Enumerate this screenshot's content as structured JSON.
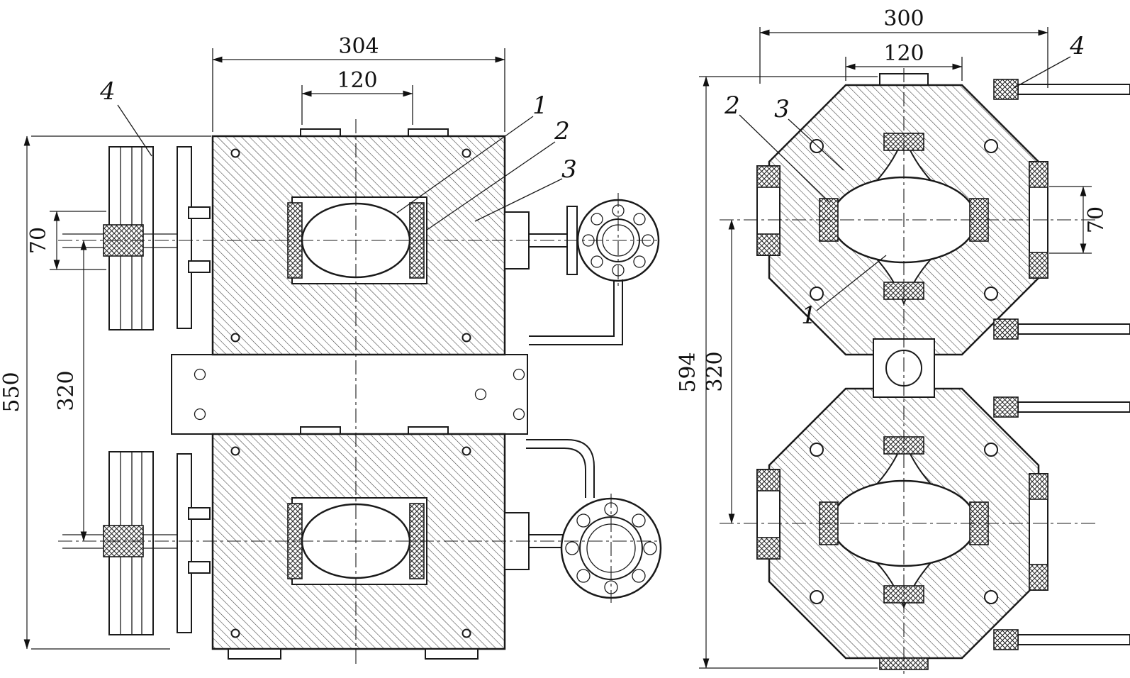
{
  "drawing": {
    "background": "#ffffff",
    "line_color": "#1a1a1a",
    "left_view": {
      "dims": {
        "overall_width": "304",
        "aperture_width": "120",
        "overall_height": "550",
        "flange_offset": "70",
        "center_spacing": "320"
      },
      "callouts": {
        "n1": "1",
        "n2": "2",
        "n3": "3",
        "n4": "4"
      }
    },
    "right_view": {
      "dims": {
        "overall_width": "300",
        "aperture_width": "120",
        "overall_height": "594",
        "flange_offset": "70",
        "center_spacing": "320"
      },
      "callouts": {
        "n1": "1",
        "n2": "2",
        "n3": "3",
        "n4": "4"
      }
    }
  }
}
